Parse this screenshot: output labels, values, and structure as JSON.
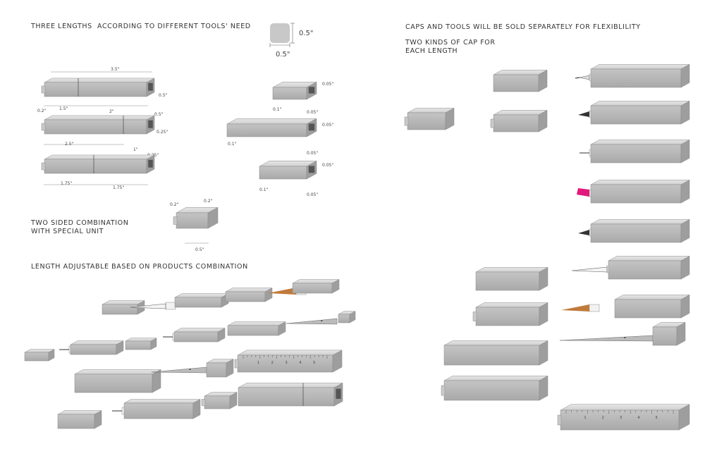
{
  "headings": {
    "three_lengths": "THREE LENGTHS  ACCORDING TO DIFFERENT TOOLS' NEED",
    "two_sided": "TWO SIDED COMBINATION\nWITH SPECIAL UNIT",
    "length_adjustable": "LENGTH ADJUSTABLE BASED ON PRODUCTS COMBINATION",
    "caps_tools": "CAPS AND TOOLS WILL BE SOLD SEPARATELY FOR FLEXIBLILITY",
    "two_kinds": "TWO KINDS OF CAP FOR\nEACH LENGTH"
  },
  "square_dims": {
    "side": "0.5\"",
    "bottom": "0.5\""
  },
  "bars": {
    "bar1": {
      "total": "3.5\"",
      "seg_a": "1.5\"",
      "seg_b": "2\"",
      "height": "0.5\"",
      "height2": "0.5\"",
      "left": "0.2\""
    },
    "bar2": {
      "seg_a": "2.5\"",
      "seg_b": "1\"",
      "height": "0.25\"",
      "height2": "0.25\""
    },
    "bar3": {
      "seg_a": "1.75\"",
      "seg_b": "1.75\""
    }
  },
  "small_units": {
    "u1": {
      "depth": "0.1\"",
      "face": "0.05\"",
      "face2": "0.05\""
    },
    "u2": {
      "depth": "0.1\"",
      "face": "0.05\"",
      "face2": "0.05\""
    },
    "u3": {
      "depth": "0.1\"",
      "face": "0.05\"",
      "face2": "0.05\""
    }
  },
  "special_unit": {
    "left": "0.2\"",
    "right": "0.2\"",
    "width": "0.5\""
  },
  "ruler_ticks": [
    "1",
    "2",
    "3",
    "4",
    "5"
  ],
  "colors": {
    "body": "#c9c9c9",
    "body_light": "#dedede",
    "body_dark": "#9e9e9e",
    "pink": "#e0197a",
    "brush": "#c07a3a",
    "outline": "#8a8a8a"
  }
}
